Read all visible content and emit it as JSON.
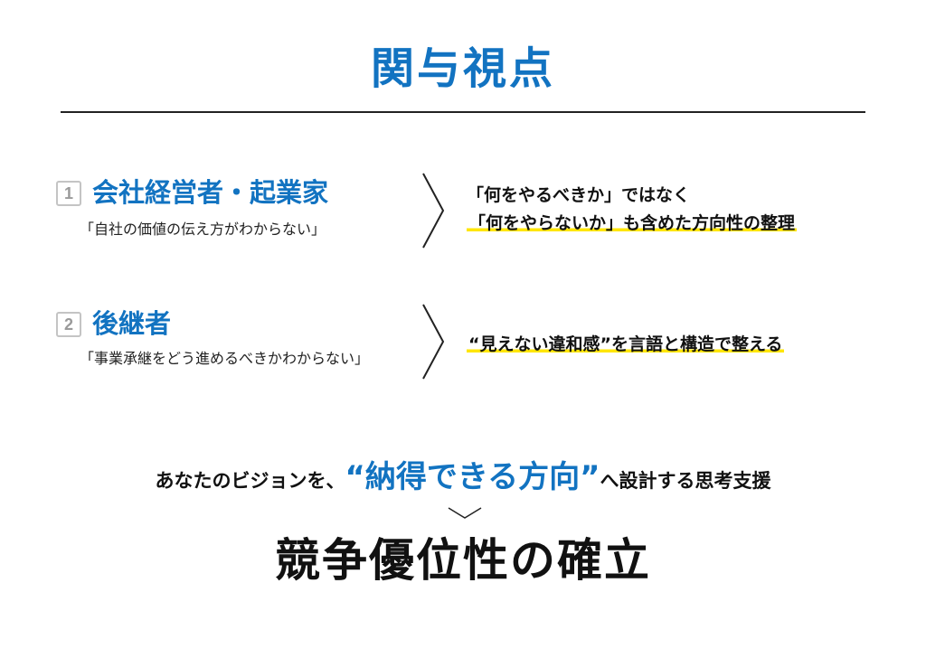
{
  "page": {
    "title": "関与視点"
  },
  "items": [
    {
      "number": "1",
      "heading": "会社経営者・起業家",
      "subtext": "「自社の価値の伝え方がわからない」",
      "result_lines": [
        "「何をやるべきか」ではなく",
        "「何をやらないか」も含めた方向性の整理"
      ]
    },
    {
      "number": "2",
      "heading": "後継者",
      "subtext": "「事業承継をどう進めるべきかわからない」",
      "result_lines": [
        "“見えない違和感”を言語と構造で整える"
      ]
    }
  ],
  "vision": {
    "prefix": "あなたのビジョンを、",
    "emphasis": "“納得できる方向”",
    "suffix": "へ設計する思考支援"
  },
  "conclusion": "競争優位性の確立",
  "colors": {
    "accent_blue": "#1273c1",
    "highlight_yellow": "#ffe600",
    "text": "#111111"
  }
}
